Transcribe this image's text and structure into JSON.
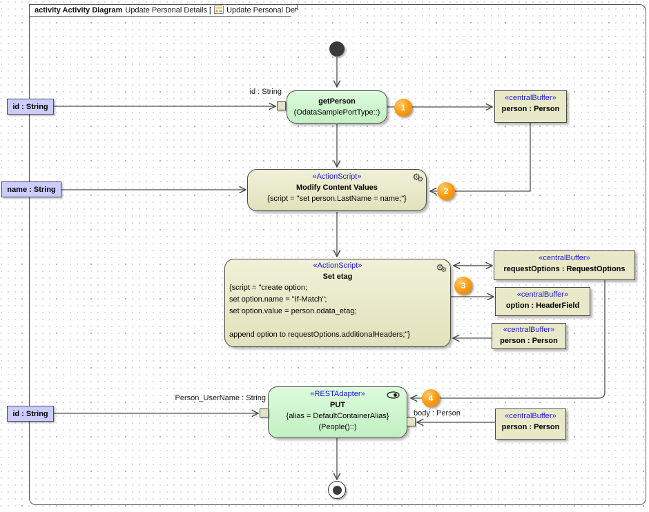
{
  "frame": {
    "tab": {
      "kind_label": "activity Activity Diagram",
      "name_pre": "Update Personal Details [",
      "name_post": "Update Personal Details ]"
    }
  },
  "nodes": {
    "get_person": {
      "title": "getPerson",
      "subtitle": "(OdataSamplePortType::)"
    },
    "modify_content_values": {
      "stereotype": "«ActionScript»",
      "title": "Modify Content Values",
      "script": "{script = \"set person.LastName = name;\"}"
    },
    "set_etag": {
      "stereotype": "«ActionScript»",
      "title": "Set etag",
      "script_lines": [
        "{script = \"create option;",
        "set option.name = \"If-Match\";",
        "set option.value = person.odata_etag;",
        "",
        "append option to requestOptions.additionalHeaders;\"}"
      ]
    },
    "put": {
      "stereotype": "«RESTAdapter»",
      "title": "PUT",
      "detail1": "{alias = DefaultContainerAlias}",
      "detail2": "(People()::)"
    }
  },
  "buffers": {
    "person_top": {
      "stereotype": "«centralBuffer»",
      "label": "person : Person"
    },
    "request_options": {
      "stereotype": "«centralBuffer»",
      "label": "requestOptions : RequestOptions"
    },
    "option": {
      "stereotype": "«centralBuffer»",
      "label": "option : HeaderField"
    },
    "person_mid": {
      "stereotype": "«centralBuffer»",
      "label": "person : Person"
    },
    "person_bottom": {
      "stereotype": "«centralBuffer»",
      "label": "person : Person"
    }
  },
  "params": {
    "id_top": "id : String",
    "name": "name : String",
    "id_bottom": "id : String"
  },
  "edge_labels": {
    "id_top": "id : String",
    "person_username": "Person_UserName : String",
    "body_person": "body : Person"
  },
  "badges": {
    "b1": "1",
    "b2": "2",
    "b3": "3",
    "b4": "4"
  },
  "icons": {
    "gears": "⚙",
    "names": [
      "activity-diagram-icon",
      "script-gears-icon",
      "rest-adapter-icon"
    ]
  },
  "colors": {
    "action_green": "#c9f3c9",
    "action_tan": "#e9e9c9",
    "buffer_tan": "#e9e9c9",
    "param_blue": "#ccccff",
    "stereotype_blue": "#1a1acd",
    "badge_orange": "#f79400",
    "edge_gray": "#4d4d4d"
  }
}
